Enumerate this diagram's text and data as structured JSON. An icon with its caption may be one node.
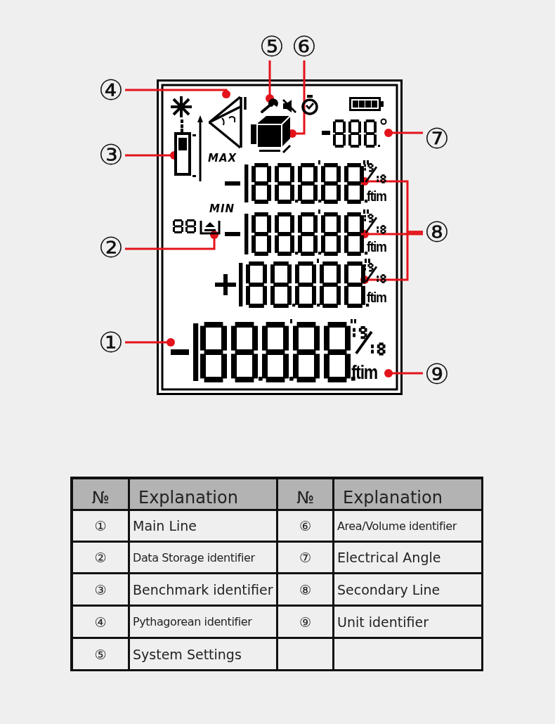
{
  "diagram": {
    "nodes": [
      {
        "text": [
          "⑤"
        ]
      },
      {
        "text": [
          "⑥"
        ]
      },
      {
        "text": [
          "④"
        ]
      },
      {
        "text": [
          "③"
        ]
      },
      {
        "text": [
          "⑦"
        ]
      },
      {
        "text": [
          "⑧"
        ]
      },
      {
        "text": [
          "②"
        ]
      },
      {
        "text": [
          "①"
        ]
      },
      {
        "text": [
          "⑨"
        ]
      },
      {
        "text": [],
        "shape": "triangle"
      },
      {
        "text": [],
        "shape": "wrench"
      },
      {
        "text": [],
        "shape": "cube"
      },
      {
        "text": [],
        "shape": "device"
      },
      {
        "text": [],
        "shape": "digits"
      },
      {
        "text": [],
        "shape": "digits"
      },
      {
        "text": [],
        "shape": "digits"
      },
      {
        "text": [],
        "shape": "digits"
      },
      {
        "text": [],
        "shape": "tray"
      },
      {
        "text": [],
        "shape": "digits"
      },
      {
        "text": [
          "ftim"
        ]
      }
    ],
    "edges": [
      {
        "from": 0,
        "to": 10,
        "arrow": "other"
      },
      {
        "from": 1,
        "to": 11,
        "arrow": "other"
      },
      {
        "from": 2,
        "to": 9,
        "arrow": "other"
      },
      {
        "from": 3,
        "to": 12,
        "arrow": "other"
      },
      {
        "from": 4,
        "to": 13,
        "arrow": "other"
      },
      {
        "from": 5,
        "to": 14,
        "arrow": "other"
      },
      {
        "from": 5,
        "to": 15,
        "arrow": "other"
      },
      {
        "from": 5,
        "to": 16,
        "arrow": "other"
      },
      {
        "from": 6,
        "to": 17,
        "arrow": "other"
      },
      {
        "from": 7,
        "to": 18,
        "arrow": "other"
      },
      {
        "from": 8,
        "to": 19,
        "arrow": "other"
      }
    ],
    "labels": [
      "MAX",
      "ftim",
      "MIN",
      "ftim",
      "ftim",
      "№",
      "Explanation",
      "№",
      "Explanation",
      "①",
      "Main Line",
      "⑥",
      "Area/Volume identifier",
      "②",
      "Data Storage identifier",
      "⑦",
      "Electrical Angle",
      "③",
      "Benchmark identifier",
      "⑧",
      "Secondary Line",
      "④",
      "Pythagorean identifier",
      "⑨",
      "Unit identifier",
      "⑤",
      "System Settings"
    ]
  }
}
